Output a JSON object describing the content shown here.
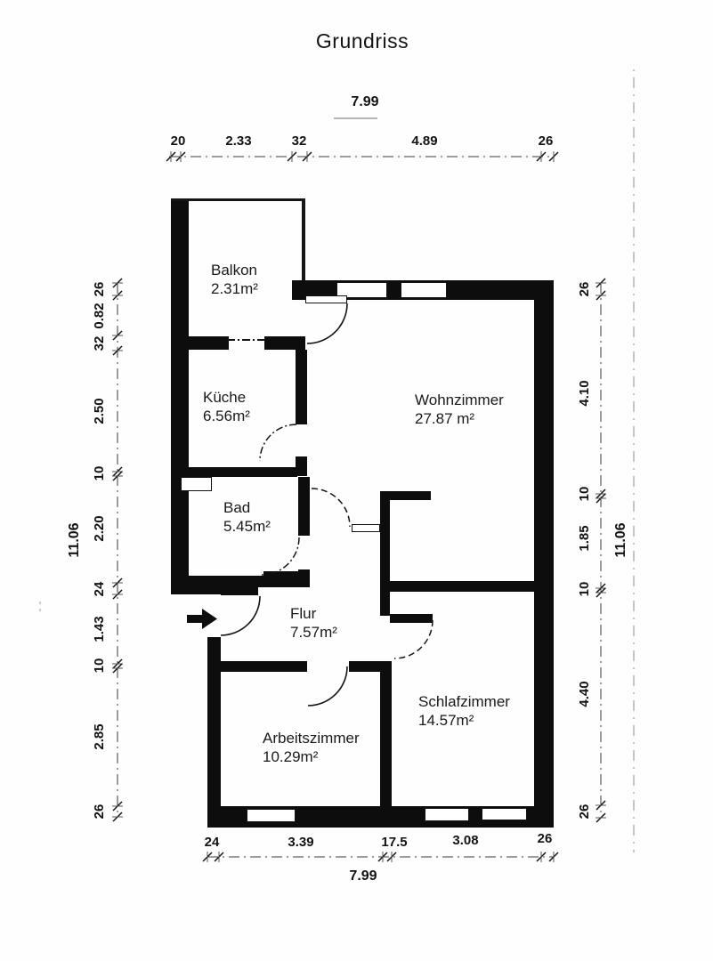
{
  "title": "Grundriss",
  "rooms": {
    "balkon": {
      "name": "Balkon",
      "area": "2.31m²"
    },
    "kueche": {
      "name": "Küche",
      "area": "6.56m²"
    },
    "bad": {
      "name": "Bad",
      "area": "5.45m²"
    },
    "wohnzimmer": {
      "name": "Wohnzimmer",
      "area": "27.87 m²"
    },
    "flur": {
      "name": "Flur",
      "area": "7.57m²"
    },
    "arbeitszimmer": {
      "name": "Arbeitszimmer",
      "area": "10.29m²"
    },
    "schlafzimmer": {
      "name": "Schlafzimmer",
      "area": "14.57m²"
    }
  },
  "dims": {
    "top": {
      "total": "7.99",
      "segments": [
        "20",
        "2.33",
        "32",
        "4.89",
        "26"
      ]
    },
    "bottom": {
      "total": "7.99",
      "segments": [
        "24",
        "3.39",
        "17.5",
        "3.08",
        "26"
      ]
    },
    "left": {
      "total": "11.06",
      "segments": [
        "26",
        "0.82",
        "32",
        "2.50",
        "10",
        "2.20",
        "24",
        "1.43",
        "10",
        "2.85",
        "26"
      ]
    },
    "right": {
      "total": "11.06",
      "segments": [
        "26",
        "4.10",
        "10",
        "1.85",
        "10",
        "4.40",
        "26"
      ]
    }
  }
}
